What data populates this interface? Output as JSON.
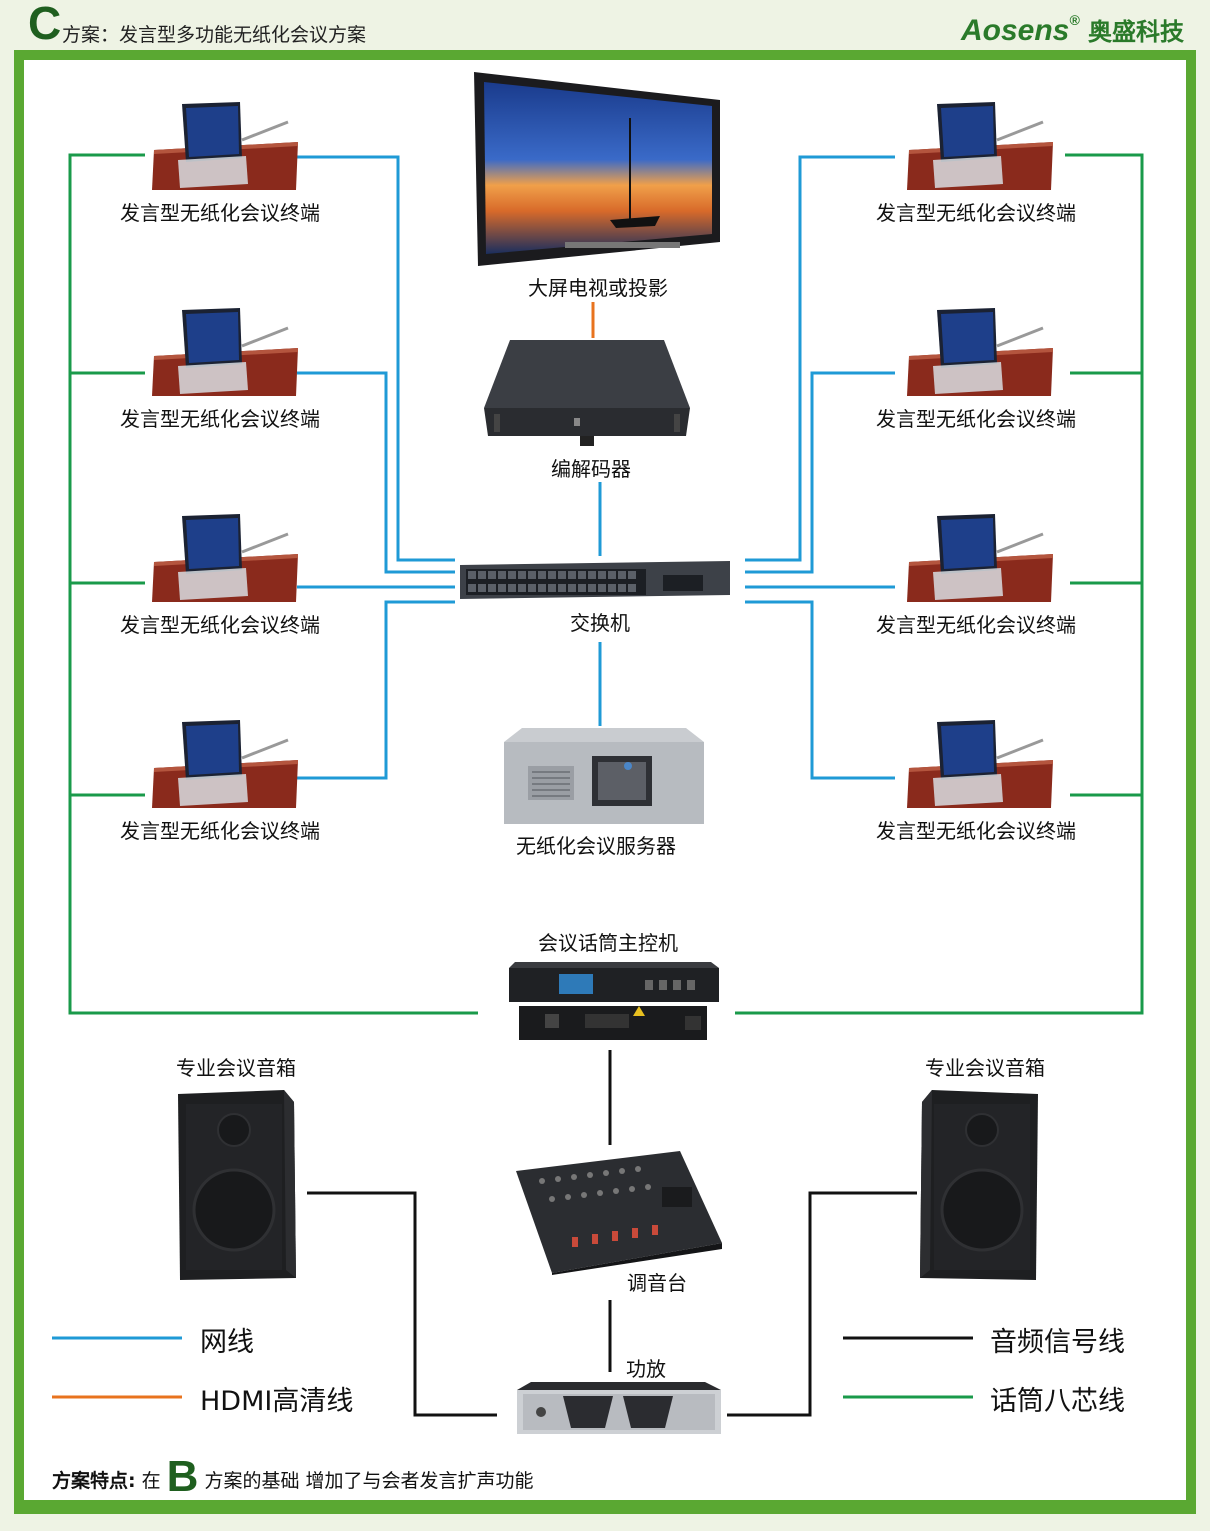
{
  "header": {
    "scheme_letter": "C",
    "title": "方案：发言型多功能无纸化会议方案",
    "brand_en": "Aosens",
    "brand_reg": "®",
    "brand_cn": "奥盛科技"
  },
  "devices": {
    "terminal_label": "发言型无纸化会议终端",
    "tv": "大屏电视或投影",
    "codec": "编解码器",
    "switch": "交换机",
    "server": "无纸化会议服务器",
    "mic_host": "会议话筒主控机",
    "speaker": "专业会议音箱",
    "mixer": "调音台",
    "amplifier": "功放"
  },
  "legend": {
    "network": "网线",
    "hdmi": "HDMI高清线",
    "audio": "音频信号线",
    "mic_cable": "话筒八芯线"
  },
  "footer": {
    "label": "方案特点:",
    "pre": "在",
    "big_letter": "B",
    "text": "方案的基础  增加了与会者发言扩声功能"
  },
  "colors": {
    "network": "#1f9ad6",
    "hdmi": "#e8731e",
    "audio": "#111111",
    "mic_cable": "#1a9a4a",
    "frame": "#5aa832",
    "accent": "#1f5f1f"
  }
}
